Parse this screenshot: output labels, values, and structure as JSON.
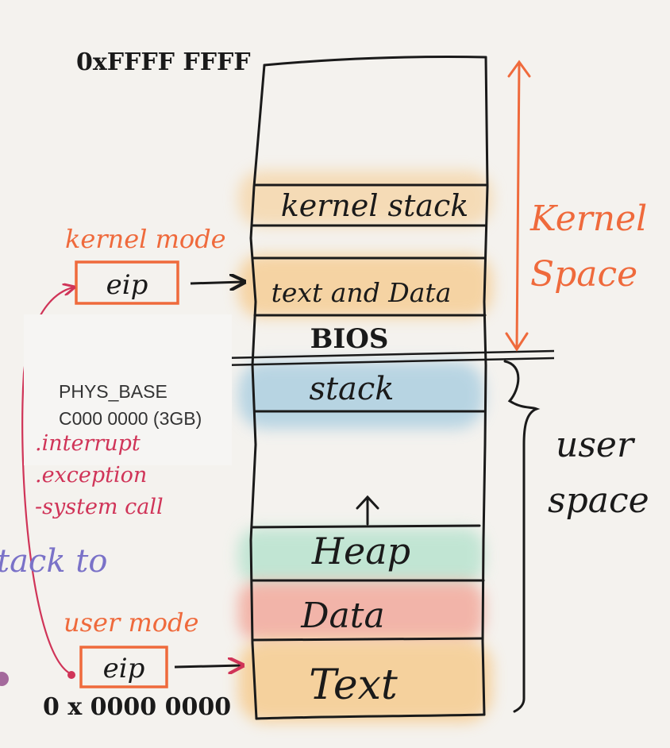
{
  "top_address": "0xFFFF FFFF",
  "bottom_address": "0 x 0000 0000",
  "memory_segments": {
    "kernel_stack": "kernel stack",
    "kernel_text_data": "text and Data",
    "bios": "BIOS",
    "user_stack": "stack",
    "heap": "Heap",
    "data": "Data",
    "text": "Text"
  },
  "side_labels": {
    "kernel_space": [
      "Kernel",
      "Space"
    ],
    "user_space": [
      "user",
      "space"
    ]
  },
  "kernel_mode": {
    "label": "kernel mode",
    "register": "eip"
  },
  "user_mode": {
    "label": "user mode",
    "register": "eip"
  },
  "triggers": [
    ".interrupt",
    ".exception",
    "-system call"
  ],
  "partial_text": "tack to",
  "phys_base": {
    "name": "PHYS_BASE",
    "value": "C000 0000 (3GB)"
  },
  "colors": {
    "background": "#f4f2ee",
    "orange": "#ef6a3c",
    "crimson": "#d03458",
    "ink": "#1a1a1a",
    "wash_orange": "#f6c98a",
    "wash_blue": "#a9cde0",
    "wash_green": "#b5e2cd",
    "wash_red": "#f2a092"
  }
}
